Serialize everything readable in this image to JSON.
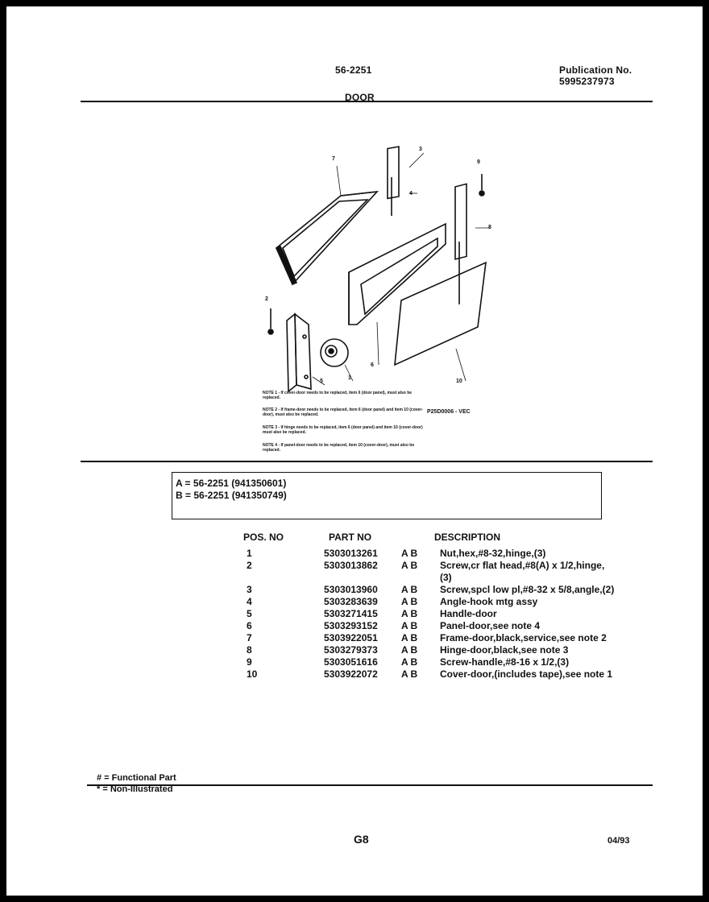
{
  "header": {
    "model": "56-2251",
    "publication_label": "Publication No.",
    "publication_no": "5995237973",
    "section": "DOOR"
  },
  "diagram": {
    "callouts": [
      "1",
      "2",
      "3",
      "4",
      "5",
      "6",
      "7",
      "8",
      "9",
      "10"
    ],
    "code": "P25D0006 - VEC",
    "notes": [
      "NOTE 1 - If cover-door needs to be replaced, item 6 (door panel), must also be replaced.",
      "NOTE 2 - If frame-door needs to be replaced, item 6 (door panel) and item 10 (cover-door), must also be replaced.",
      "NOTE 3 - If hinge needs to be replaced, item 6 (door panel) and item 10 (cover-door) must also be replaced.",
      "NOTE 4 - If panel-door needs to be replaced, item 10 (cover-door), must also be replaced."
    ]
  },
  "legend": {
    "a": "A  =  56-2251 (941350601)",
    "b": "B  =  56-2251 (941350749)"
  },
  "table": {
    "headers": {
      "pos": "POS. NO",
      "part": "PART NO",
      "desc": "DESCRIPTION"
    },
    "rows": [
      {
        "pos": "1",
        "part": "5303013261",
        "ab": "A  B",
        "desc": "Nut,hex,#8-32,hinge,(3)",
        "desc2": ""
      },
      {
        "pos": "2",
        "part": "5303013862",
        "ab": "A  B",
        "desc": "Screw,cr flat head,#8(A) x 1/2,hinge,",
        "desc2": "(3)"
      },
      {
        "pos": "3",
        "part": "5303013960",
        "ab": "A  B",
        "desc": "Screw,spcl low pl,#8-32 x 5/8,angle,(2)",
        "desc2": ""
      },
      {
        "pos": "4",
        "part": "5303283639",
        "ab": "A  B",
        "desc": "Angle-hook mtg assy",
        "desc2": ""
      },
      {
        "pos": "5",
        "part": "5303271415",
        "ab": "A  B",
        "desc": "Handle-door",
        "desc2": ""
      },
      {
        "pos": "6",
        "part": "5303293152",
        "ab": "A  B",
        "desc": "Panel-door,see note 4",
        "desc2": ""
      },
      {
        "pos": "7",
        "part": "5303922051",
        "ab": "A  B",
        "desc": "Frame-door,black,service,see note 2",
        "desc2": ""
      },
      {
        "pos": "8",
        "part": "5303279373",
        "ab": "A  B",
        "desc": "Hinge-door,black,see note 3",
        "desc2": ""
      },
      {
        "pos": "9",
        "part": "5303051616",
        "ab": "A  B",
        "desc": "Screw-handle,#8-16 x 1/2,(3)",
        "desc2": ""
      },
      {
        "pos": "10",
        "part": "5303922072",
        "ab": "A  B",
        "desc": "Cover-door,(includes tape),see note 1",
        "desc2": ""
      }
    ]
  },
  "footer": {
    "functional": "# = Functional Part",
    "non_illustrated": "* = Non-Illustrated",
    "page": "G8",
    "date": "04/93"
  }
}
